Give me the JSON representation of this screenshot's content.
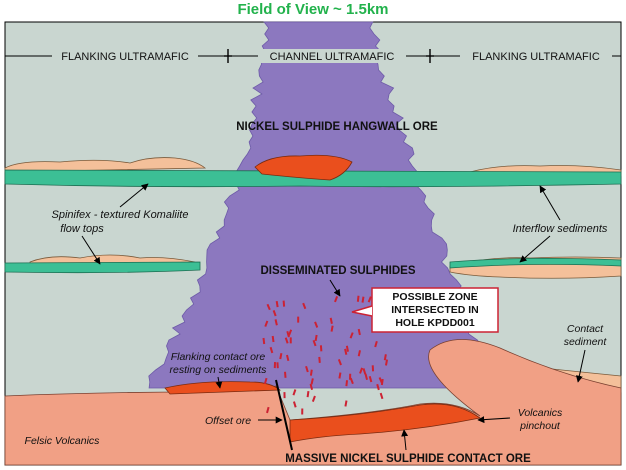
{
  "header": {
    "title": "Field of View ~ 1.5km"
  },
  "zones": {
    "flanking_left": "FLANKING ULTRAMAFIC",
    "channel": "CHANNEL ULTRAMAFIC",
    "flanking_right": "FLANKING ULTRAMAFIC"
  },
  "labels": {
    "hangwall_ore": "NICKEL SULPHIDE HANGWALL ORE",
    "disseminated": "DISSEMINATED SULPHIDES",
    "spinifex_1": "Spinifex - textured Komaliite",
    "spinifex_2": "flow tops",
    "interflow": "Interflow sediments",
    "contact_sediment_1": "Contact",
    "contact_sediment_2": "sediment",
    "flanking_contact_1": "Flanking contact ore",
    "flanking_contact_2": "resting on sediments",
    "offset_ore": "Offset ore",
    "volcanics_pinchout_1": "Volcanics",
    "volcanics_pinchout_2": "pinchout",
    "felsic": "Felsic Volcanics",
    "massive_ore": "MASSIVE NICKEL SULPHIDE CONTACT ORE"
  },
  "callout": {
    "line1": "POSSIBLE ZONE",
    "line2": "INTERSECTED IN",
    "line3": "HOLE KPDD001"
  },
  "colors": {
    "title_green": "#22b24c",
    "flanking_grey": "#c9d6d0",
    "channel_purple": "#8c78bf",
    "komatiite_green": "#3cbf95",
    "sediment_tan": "#f4c09a",
    "ore_red": "#ea4f1d",
    "felsic_salmon": "#f1a085",
    "sulphide_red": "#cc2233",
    "callout_border": "#cc2233"
  }
}
